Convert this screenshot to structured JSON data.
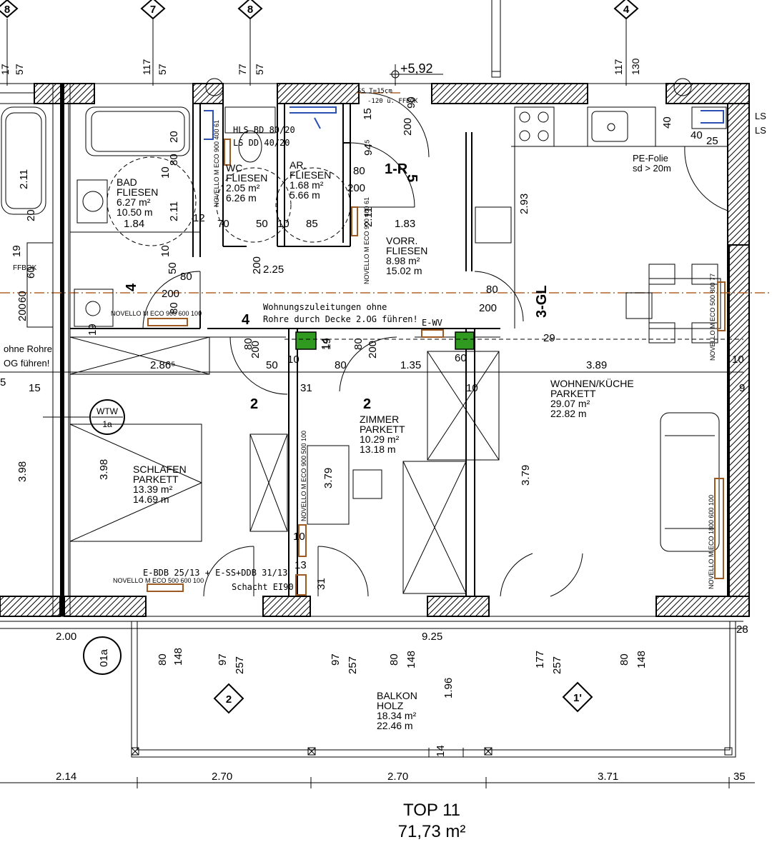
{
  "plan": {
    "unit_label": "TOP 11",
    "unit_area": "71,73 m²",
    "level_mark": "+5,92",
    "axes": [
      "8",
      "7",
      "8",
      "4",
      "2",
      "1'"
    ],
    "rooms": [
      {
        "id": "bad",
        "lines": [
          "BAD",
          "FLIESEN",
          "6.27 m²",
          "10.50 m"
        ],
        "dims": "1.84"
      },
      {
        "id": "wc",
        "lines": [
          "WC",
          "FLIESEN",
          "2.05 m²",
          "6.26 m"
        ]
      },
      {
        "id": "ar",
        "lines": [
          "AR.",
          "FLIESEN",
          "1.68 m²",
          "5.66 m"
        ]
      },
      {
        "id": "vorr",
        "lines": [
          "VORR.",
          "FLIESEN",
          "8.98 m²",
          "15.02 m"
        ]
      },
      {
        "id": "schlafen",
        "lines": [
          "SCHLAFEN",
          "PARKETT",
          "13.39 m²",
          "14.69 m"
        ]
      },
      {
        "id": "zimmer",
        "lines": [
          "ZIMMER",
          "PARKETT",
          "10.29 m²",
          "13.18 m"
        ]
      },
      {
        "id": "wohnen",
        "lines": [
          "WOHNEN/KÜCHE",
          "PARKETT",
          "29.07 m²",
          "22.82 m"
        ]
      },
      {
        "id": "balkon",
        "lines": [
          "BALKON",
          "HOLZ",
          "18.34 m²",
          "22.46 m"
        ]
      }
    ],
    "notes": {
      "hls": [
        "HLS BD 80/20",
        "LS DD 40/20"
      ],
      "pe_folie": [
        "PE-Folie",
        "sd > 20m"
      ],
      "zuleitung": [
        "Wohnungszuleitungen ohne",
        "Rohre durch Decke 2.OG führen!"
      ],
      "ss": "SS T=15cm",
      "ffbok": "-120 ü. FFBOK",
      "ffbok_left": "FFBOK",
      "left_note": [
        "ohne Rohre",
        "OG führen!"
      ],
      "ewv": "E-WV",
      "schacht": [
        "E-BDB 25/13 + E-SS+DDB 31/13",
        "Schacht EI90"
      ],
      "wtw": [
        "WTW",
        "1a"
      ],
      "axis_01a": "01a",
      "ls": [
        "LS",
        "LS"
      ],
      "radiators": [
        "NOVELLO M ECO 900 400 61",
        "NOVELLO M ECO 900 400 61",
        "NOVELLO M ECO 900 600 100",
        "NOVELLO M ECO 900 500 100",
        "NOVELLO M ECO 500 600 100",
        "NOVELLO M ECO 1800 600 100",
        "NOVELLO M ECO 500 800 77"
      ]
    },
    "door_numbers": [
      "1-R",
      "5",
      "4",
      "4",
      "2",
      "2",
      "3-GL"
    ],
    "dims_top": [
      "17",
      "57",
      "117",
      "57",
      "77",
      "57",
      "117",
      "130"
    ],
    "dims_bottom_row1": [
      "2.00",
      "9.25",
      "28"
    ],
    "dims_bottom_row2": [
      "80",
      "148",
      "97",
      "257",
      "97",
      "257",
      "80",
      "148",
      "177",
      "257",
      "80",
      "148"
    ],
    "dims_bottom_row3": [
      "2.14",
      "2.70",
      "2.70",
      "3.71",
      "35"
    ],
    "dims_misc": [
      "2.11",
      "3.98",
      "3.98",
      "3.79",
      "3.79",
      "3.89",
      "2.86⁵",
      "1.35",
      "1.83",
      "2.25",
      "2.93",
      "1.96",
      "200",
      "200",
      "200",
      "200",
      "200",
      "80",
      "80",
      "80",
      "80",
      "50",
      "50",
      "50",
      "70",
      "85",
      "10",
      "10",
      "12",
      "20",
      "80",
      "94⁵",
      "90",
      "15",
      "60",
      "60",
      "14",
      "31",
      "13",
      "19",
      "19",
      "29",
      "25",
      "40",
      "10",
      "9",
      "20",
      "5",
      "15"
    ]
  }
}
